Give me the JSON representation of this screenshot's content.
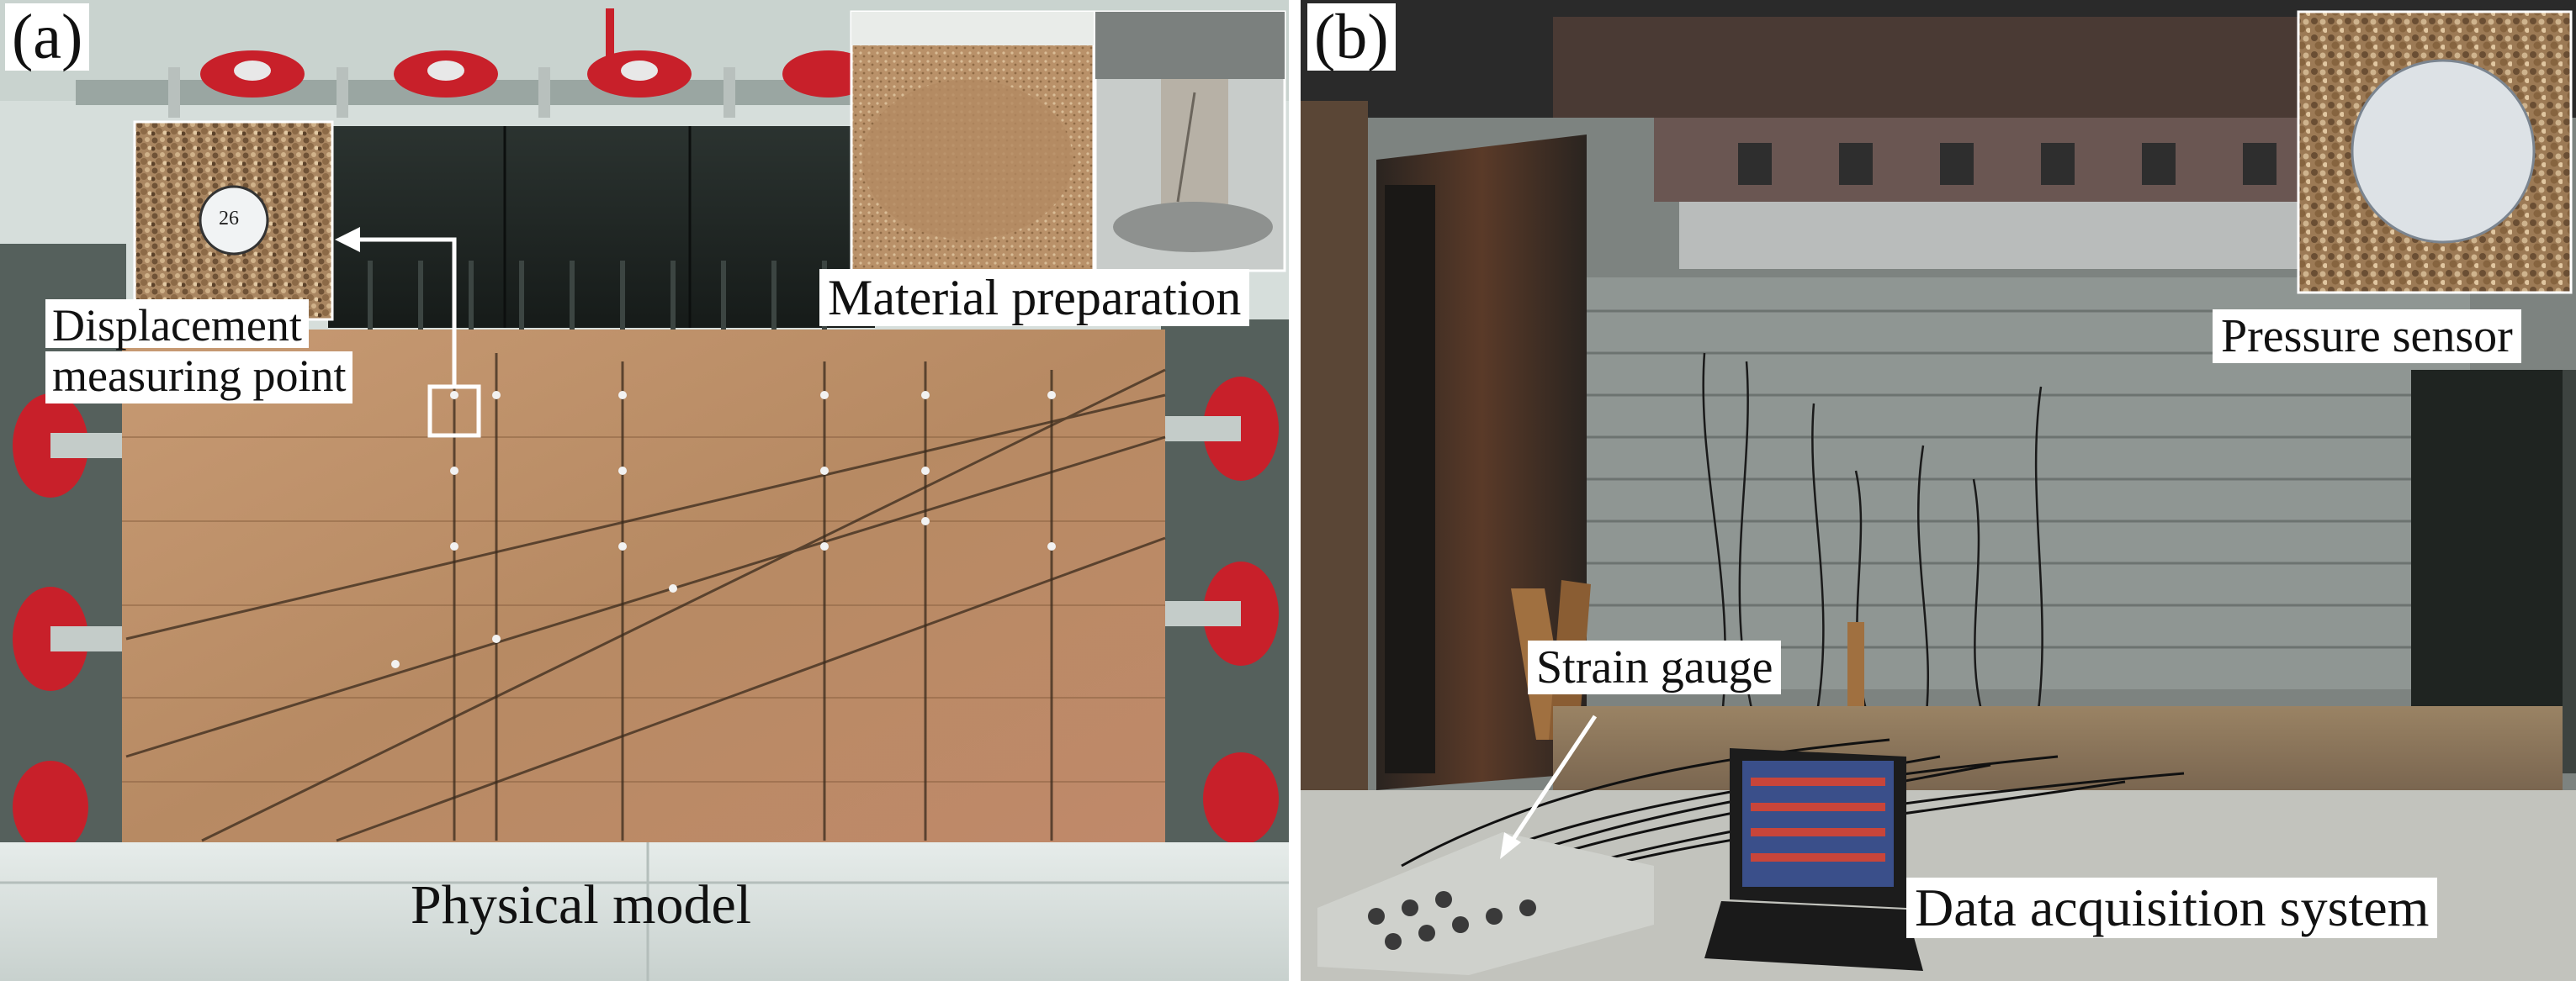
{
  "panels": [
    {
      "letter": "(a)",
      "labels": {
        "material_preparation": "Material preparation",
        "displacement_line1": "Displacement",
        "displacement_line2": "measuring point",
        "physical_model": "Physical model",
        "gauge_tag": "26"
      }
    },
    {
      "letter": "(b)",
      "labels": {
        "pressure_sensor": "Pressure sensor",
        "strain_gauge": "Strain gauge",
        "data_acquisition": "Data acquisition system"
      }
    }
  ],
  "colors": {
    "sand": "#b78a63",
    "steel_dark": "#1e2522",
    "jack_red": "#c8202a",
    "frame_light": "#d6dedb",
    "rust": "#6b3a22",
    "arrow": "#ffffff"
  }
}
